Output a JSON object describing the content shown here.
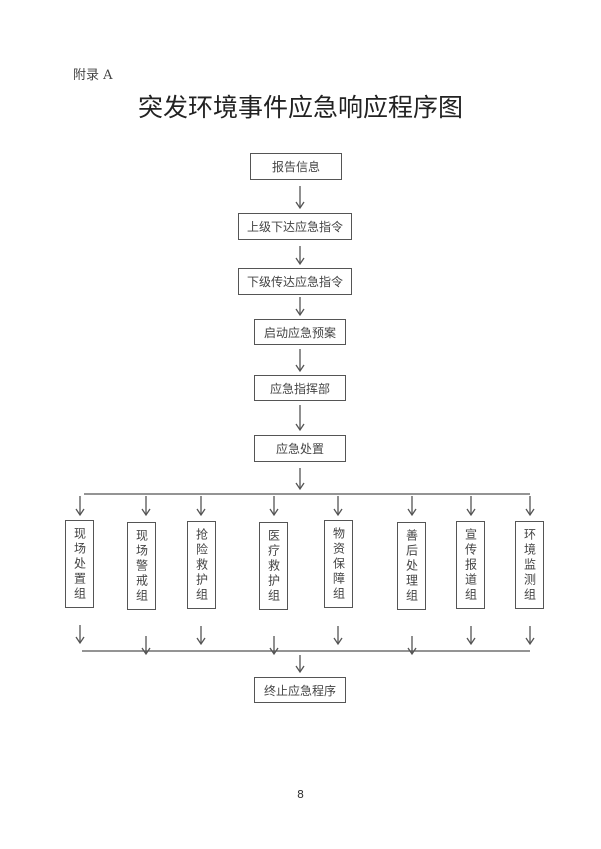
{
  "appendix_label": "附录 A",
  "title": "突发环境事件应急响应程序图",
  "main_steps": [
    "报告信息",
    "上级下达应急指令",
    "下级传达应急指令",
    "启动应急预案",
    "应急指挥部",
    "应急处置"
  ],
  "groups": [
    "现场处置组",
    "现场警戒组",
    "抢险救护组",
    "医疗救护组",
    "物资保障组",
    "善后处理组",
    "宣传报道组",
    "环境监测组"
  ],
  "final_step": "终止应急程序",
  "page_number": "8"
}
